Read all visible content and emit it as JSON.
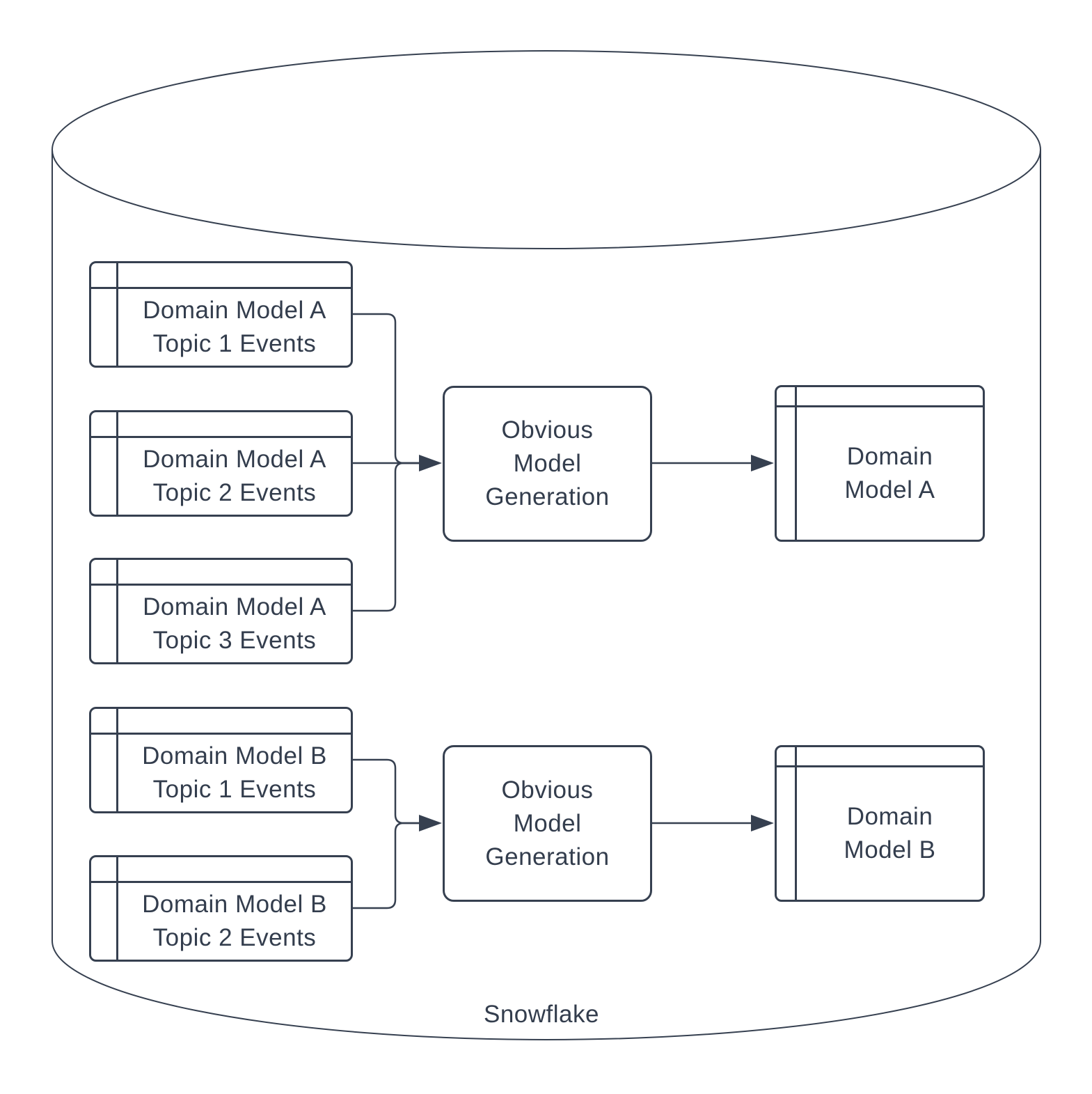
{
  "container": {
    "label": "Snowflake"
  },
  "nodes": {
    "topic_a1": {
      "label": "Domain Model A\nTopic 1 Events"
    },
    "topic_a2": {
      "label": "Domain Model A\nTopic 2 Events"
    },
    "topic_a3": {
      "label": "Domain Model A\nTopic 3 Events"
    },
    "process_a": {
      "label": "Obvious\nModel\nGeneration"
    },
    "output_a": {
      "label": "Domain\nModel A"
    },
    "topic_b1": {
      "label": "Domain Model B\nTopic 1 Events"
    },
    "topic_b2": {
      "label": "Domain Model B\nTopic 2 Events"
    },
    "process_b": {
      "label": "Obvious\nModel\nGeneration"
    },
    "output_b": {
      "label": "Domain\nModel B"
    }
  },
  "edges": [
    {
      "from": "topic_a1",
      "to": "process_a"
    },
    {
      "from": "topic_a2",
      "to": "process_a"
    },
    {
      "from": "topic_a3",
      "to": "process_a"
    },
    {
      "from": "process_a",
      "to": "output_a"
    },
    {
      "from": "topic_b1",
      "to": "process_b"
    },
    {
      "from": "topic_b2",
      "to": "process_b"
    },
    {
      "from": "process_b",
      "to": "output_b"
    }
  ],
  "colors": {
    "stroke": "#364050",
    "text": "#333d4d",
    "background": "#ffffff"
  }
}
